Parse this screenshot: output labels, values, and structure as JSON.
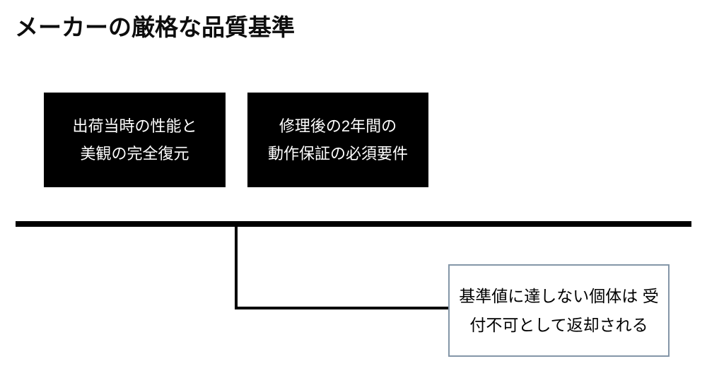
{
  "page": {
    "title": "メーカーの厳格な品質基準",
    "background_color": "#ffffff",
    "text_color": "#000000"
  },
  "requirement_boxes": [
    {
      "id": "shipping-condition",
      "line1": "出荷当時の性能と",
      "line2": "美観の完全復元",
      "fill_color": "#000000",
      "text_color": "#ffffff"
    },
    {
      "id": "warranty-requirement",
      "line1": "修理後の2年間の",
      "line2": "動作保証の必須要件",
      "fill_color": "#000000",
      "text_color": "#ffffff"
    }
  ],
  "connector": {
    "trunk_color": "#000000",
    "branch_color": "#000000"
  },
  "outcome_box": {
    "id": "reject-policy",
    "line1": "基準値に達しない個体は",
    "line2": "受付不可として返却される",
    "border_color": "#8496a8",
    "fill_color": "#ffffff",
    "text_color": "#000000"
  }
}
